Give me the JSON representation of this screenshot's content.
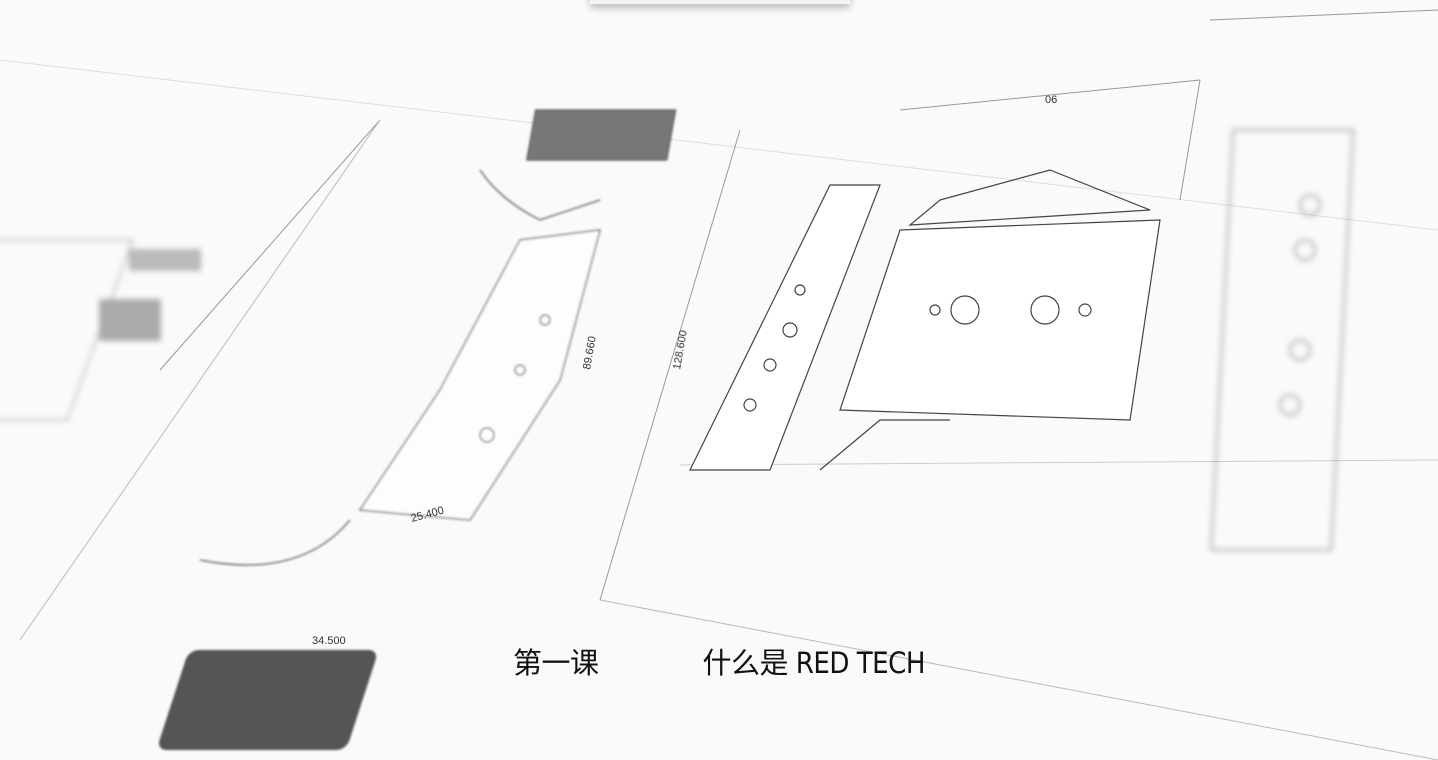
{
  "subtitle": {
    "lesson": "第一课",
    "title": "什么是 RED TECH"
  },
  "drawing_labels": {
    "d1": "128.600",
    "d2": "25.400",
    "d3": "34.500",
    "d4": "06",
    "d5": "89.660"
  },
  "colors": {
    "background": "#fafafa",
    "line": "#555555",
    "text": "#111111"
  }
}
